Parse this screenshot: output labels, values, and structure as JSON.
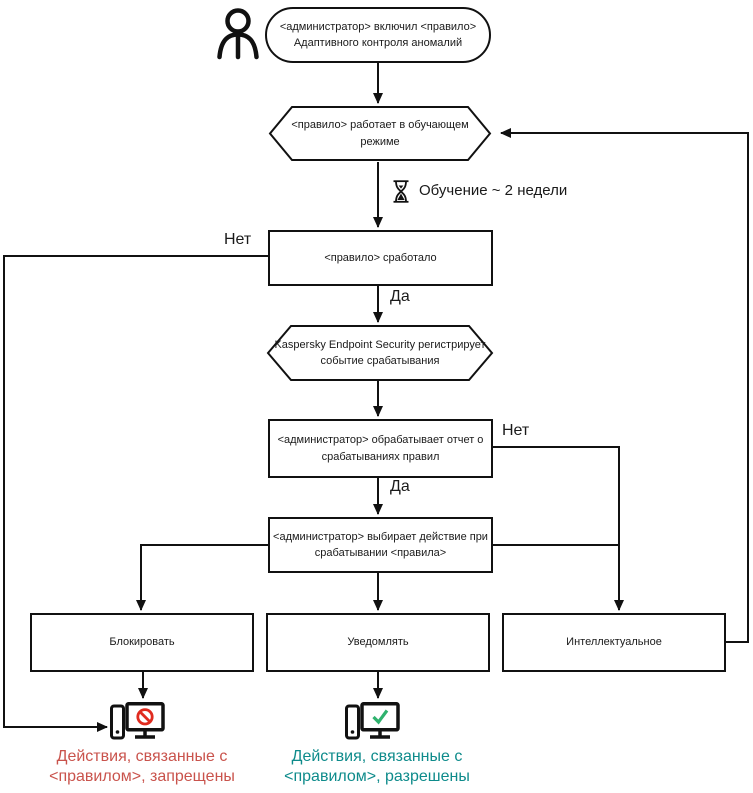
{
  "colors": {
    "line": "#111111",
    "blocked_text": "#C9534C",
    "allowed_text": "#0E8B8B",
    "prohibit": "#E02B1F",
    "check": "#2FB26E"
  },
  "flow": {
    "start": [
      "<администратор> включил <правило>",
      "Адаптивного контроля аномалий"
    ],
    "hex_training": [
      "<правило> работает в обучающем",
      "режиме"
    ],
    "training_label": "Обучение ~ 2 недели",
    "rule_triggered": "<правило> сработало",
    "no_left": "Нет",
    "yes_triggered": "Да",
    "hex_event": [
      "Kaspersky Endpoint Security регистрирует",
      "событие срабатывания"
    ],
    "report": [
      "<администратор> обрабатывает отчет о",
      "срабатываниях правил"
    ],
    "no_right": "Нет",
    "yes_report": "Да",
    "choose_action": [
      "<администратор> выбирает действие при",
      "срабатывании <правила>"
    ],
    "action_block": "Блокировать",
    "action_notify": "Уведомлять",
    "action_smart": "Интеллектуальное",
    "result_blocked": [
      "Действия, связанные с",
      "<правилом>, запрещены"
    ],
    "result_allowed": [
      "Действия, связанные с",
      "<правилом>, разрешены"
    ]
  }
}
